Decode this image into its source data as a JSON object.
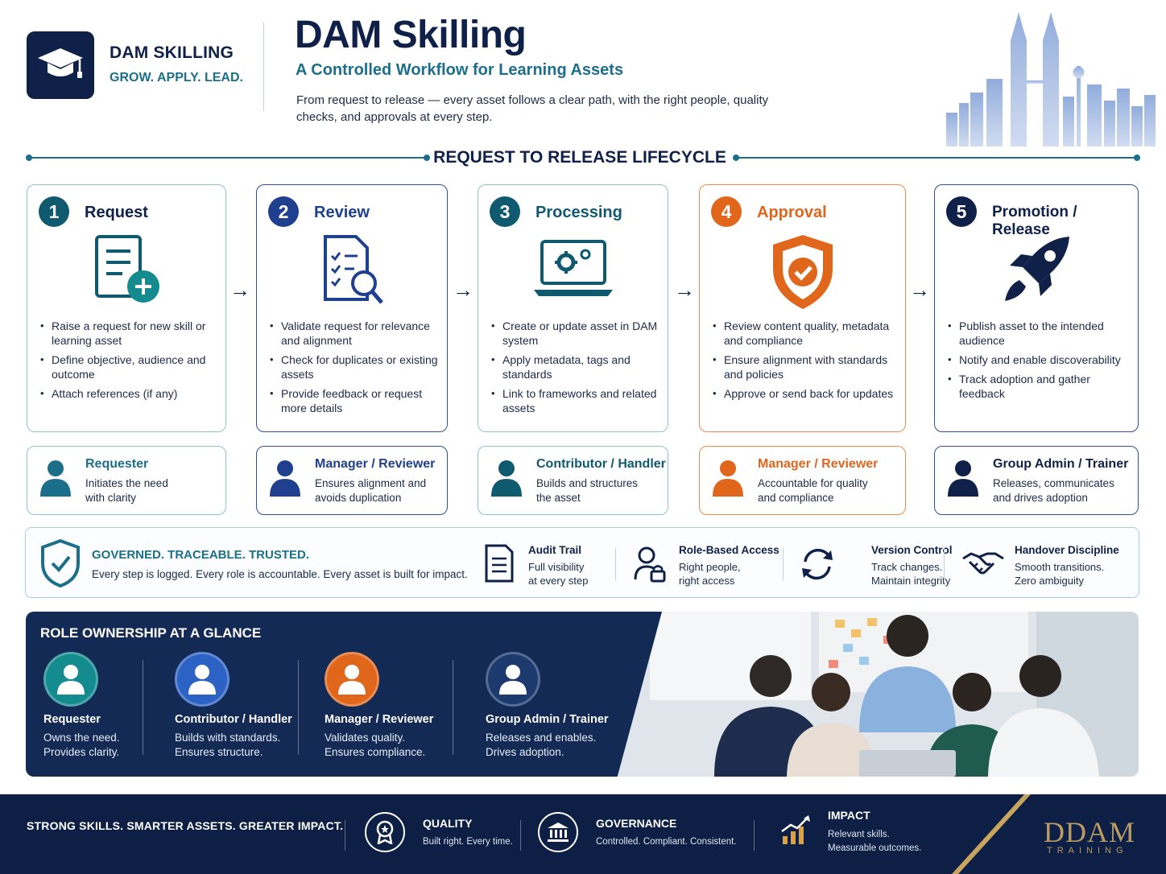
{
  "header": {
    "brand_name": "DAM SKILLING",
    "brand_tagline": "GROW. APPLY. LEAD.",
    "title": "DAM Skilling",
    "subtitle": "A Controlled Workflow for Learning Assets",
    "description": "From request to release — every asset follows a clear path, with the right people, quality checks, and approvals at every step."
  },
  "lifecycle": {
    "title": "REQUEST TO RELEASE LIFECYCLE",
    "steps": [
      {
        "number": "1",
        "title": "Request",
        "color": "#0f5a6e",
        "icon": "document-plus-icon",
        "bullets": [
          "Raise a request for new skill or learning asset",
          "Define objective, audience and outcome",
          "Attach references (if any)"
        ]
      },
      {
        "number": "2",
        "title": "Review",
        "color": "#1f3f8f",
        "icon": "checklist-magnifier-icon",
        "bullets": [
          "Validate request for relevance and alignment",
          "Check for duplicates or existing assets",
          "Provide feedback or request more details"
        ]
      },
      {
        "number": "3",
        "title": "Processing",
        "color": "#0f5a6e",
        "icon": "laptop-gears-icon",
        "bullets": [
          "Create or update asset in DAM system",
          "Apply metadata, tags and standards",
          "Link to frameworks and related assets"
        ]
      },
      {
        "number": "4",
        "title": "Approval",
        "color": "#e0661c",
        "icon": "shield-check-icon",
        "bullets": [
          "Review content quality, metadata and compliance",
          "Ensure alignment with standards and policies",
          "Approve or send back for updates"
        ]
      },
      {
        "number": "5",
        "title": "Promotion / Release",
        "color": "#0f2148",
        "icon": "rocket-icon",
        "bullets": [
          "Publish asset to the intended audience",
          "Notify and enable discoverability",
          "Track adoption and gather feedback"
        ]
      }
    ]
  },
  "roles": [
    {
      "title": "Requester",
      "desc": "Initiates the need with clarity",
      "color": "#1c6f8a"
    },
    {
      "title": "Manager / Reviewer",
      "desc": "Ensures alignment and avoids duplication",
      "color": "#1f3f8f"
    },
    {
      "title": "Contributor / Handler",
      "desc": "Builds and structures the asset",
      "color": "#0f5a6e"
    },
    {
      "title": "Manager / Reviewer",
      "desc": "Accountable for quality and compliance",
      "color": "#e0661c"
    },
    {
      "title": "Group Admin / Trainer",
      "desc": "Releases, communicates and drives adoption",
      "color": "#0f2148"
    }
  ],
  "governance": {
    "title": "GOVERNED. TRACEABLE. TRUSTED.",
    "description": "Every step is logged. Every role is accountable. Every asset is built for impact.",
    "features": [
      {
        "title": "Audit Trail",
        "line1": "Full visibility",
        "line2": "at every step",
        "icon": "document-icon"
      },
      {
        "title": "Role-Based Access",
        "line1": "Right people,",
        "line2": "right access",
        "icon": "user-lock-icon"
      },
      {
        "title": "Version Control",
        "line1": "Track changes.",
        "line2": "Maintain integrity",
        "icon": "refresh-icon"
      },
      {
        "title": "Handover Discipline",
        "line1": "Smooth transitions.",
        "line2": "Zero ambiguity",
        "icon": "handshake-icon"
      }
    ]
  },
  "ownership": {
    "title": "ROLE OWNERSHIP AT A GLANCE",
    "items": [
      {
        "name": "Requester",
        "line1": "Owns the need.",
        "line2": "Provides clarity.",
        "color": "#138b8f"
      },
      {
        "name": "Contributor / Handler",
        "line1": "Builds with standards.",
        "line2": "Ensures structure.",
        "color": "#2c62c4"
      },
      {
        "name": "Manager / Reviewer",
        "line1": "Validates quality.",
        "line2": "Ensures compliance.",
        "color": "#e0661c"
      },
      {
        "name": "Group Admin / Trainer",
        "line1": "Releases and enables.",
        "line2": "Drives adoption.",
        "color": "#1d3a6e"
      }
    ]
  },
  "footer": {
    "slogan": "STRONG SKILLS. SMARTER ASSETS. GREATER IMPACT.",
    "items": [
      {
        "title": "QUALITY",
        "line1": "Built right. Every time.",
        "line2": "",
        "icon": "award-icon"
      },
      {
        "title": "GOVERNANCE",
        "line1": "Controlled. Compliant. Consistent.",
        "line2": "",
        "icon": "institution-icon"
      },
      {
        "title": "IMPACT",
        "line1": "Relevant skills.",
        "line2": "Measurable outcomes.",
        "icon": "growth-chart-icon"
      }
    ],
    "brand": "DDAM",
    "brand_sub": "TRAINING"
  }
}
